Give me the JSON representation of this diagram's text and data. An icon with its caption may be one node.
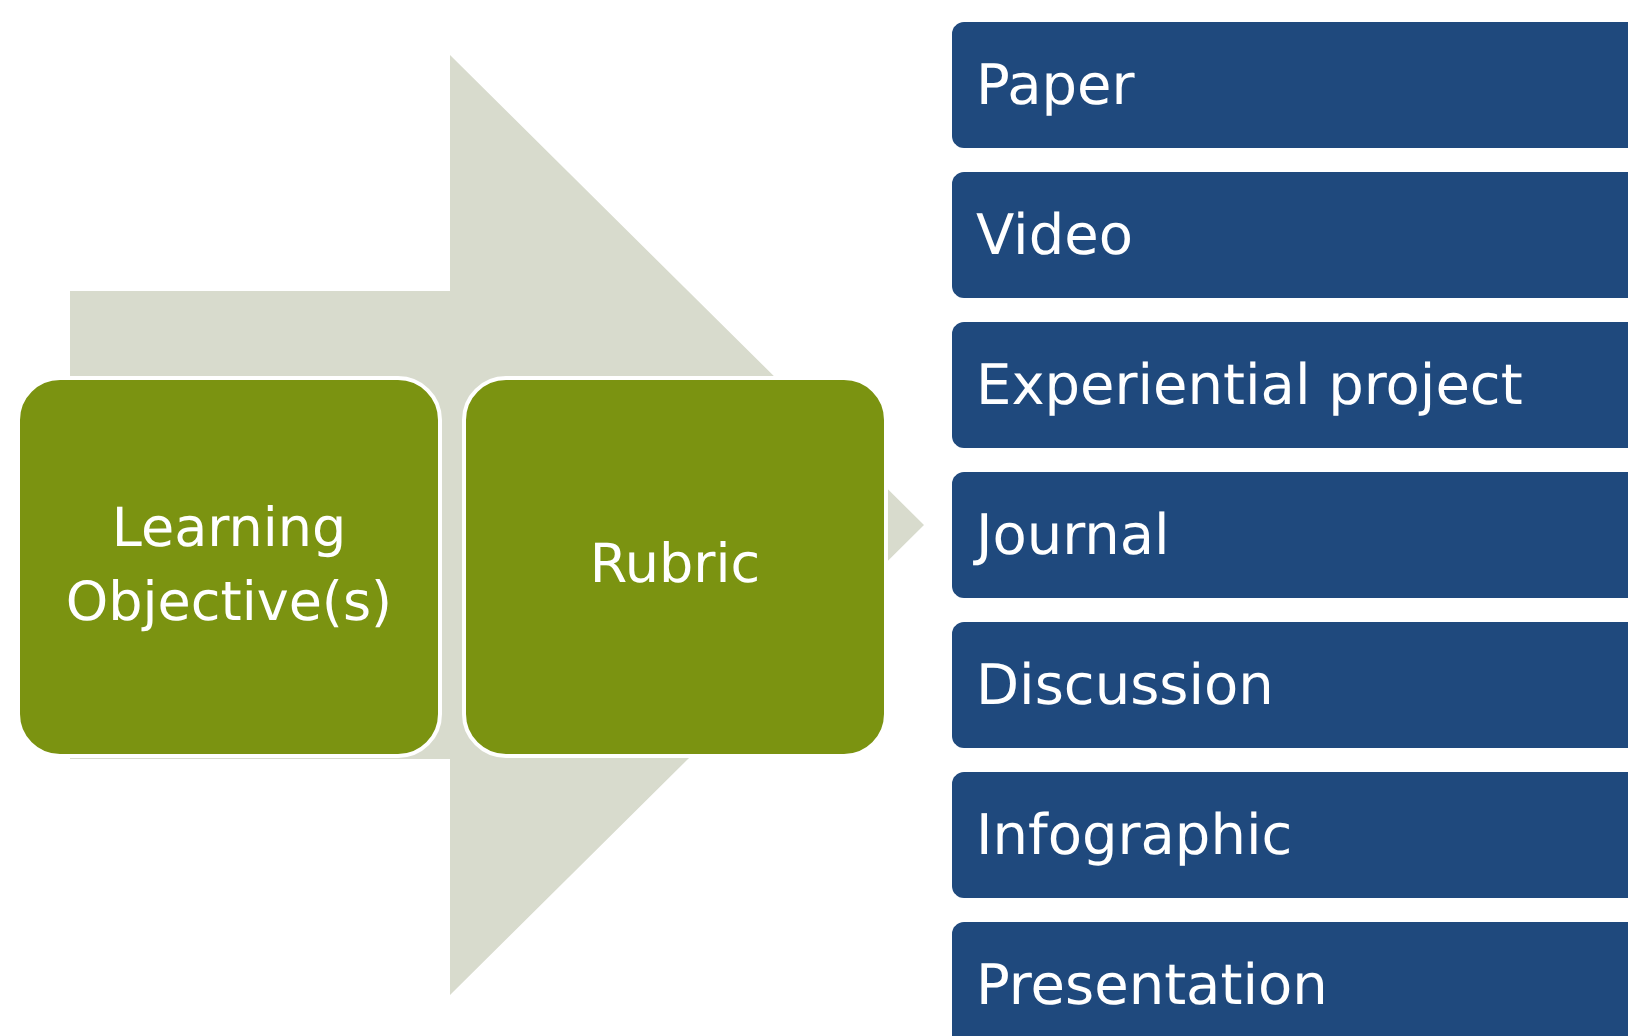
{
  "diagram": {
    "nodes": [
      {
        "text": [
          "Learning Objective(s)"
        ]
      },
      {
        "text": [
          "Rubric"
        ]
      },
      {
        "text": [
          "Paper"
        ]
      },
      {
        "text": [
          "Video"
        ]
      },
      {
        "text": [
          "Experiential project"
        ]
      },
      {
        "text": [
          "Journal"
        ]
      },
      {
        "text": [
          "Discussion"
        ]
      },
      {
        "text": [
          "Infographic"
        ]
      },
      {
        "text": [
          "Presentation"
        ]
      }
    ],
    "edges": [
      {
        "from": 0,
        "to": 5,
        "arrow": "to"
      }
    ]
  }
}
